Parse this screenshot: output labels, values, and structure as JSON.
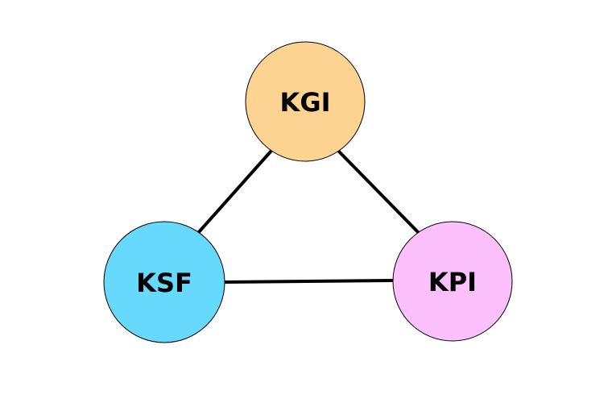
{
  "nodes": {
    "kgi": {
      "label": "KGI",
      "color": "#FDD391"
    },
    "ksf": {
      "label": "KSF",
      "color": "#66D9FD"
    },
    "kpi": {
      "label": "KPI",
      "color": "#FCC0FC"
    }
  },
  "edges": [
    {
      "from": "kgi",
      "to": "ksf"
    },
    {
      "from": "kgi",
      "to": "kpi"
    },
    {
      "from": "ksf",
      "to": "kpi"
    }
  ],
  "colors": {
    "edge": "#000000",
    "node_outline": "#000000"
  }
}
